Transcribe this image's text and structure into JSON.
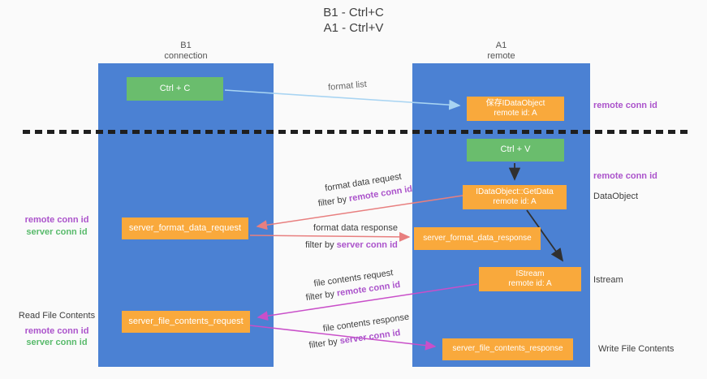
{
  "title": {
    "line1": "B1 - Ctrl+C",
    "line2": "A1 - Ctrl+V"
  },
  "columns": {
    "left": {
      "name": "B1",
      "role": "connection"
    },
    "right": {
      "name": "A1",
      "role": "remote"
    }
  },
  "boxes": {
    "ctrl_c": "Ctrl + C",
    "ctrl_v": "Ctrl + V",
    "save_idataobject": {
      "title": "保存IDataObject",
      "subtitle": "remote id: A"
    },
    "getdata": {
      "title": "IDataObject::GetData",
      "subtitle": "remote id: A"
    },
    "istream": {
      "title": "IStream",
      "subtitle": "remote id: A"
    },
    "server_format_data_request": "server_format_data_request",
    "server_format_data_response": "server_format_data_response",
    "server_file_contents_request": "server_file_contents_request",
    "server_file_contents_response": "server_file_contents_response"
  },
  "edge_labels": {
    "format_list": "format list",
    "format_data_request": "format data request",
    "format_data_response": "format data response",
    "file_contents_request": "file contents request",
    "file_contents_response": "file contents response",
    "filter_by": "filter by ",
    "remote_conn_id": "remote conn id",
    "server_conn_id": "server conn id"
  },
  "annotations": {
    "remote_conn_id": "remote conn id",
    "server_conn_id": "server conn id",
    "dataobject": "DataObject",
    "istream": "Istream",
    "read_file_contents": "Read File Contents",
    "write_file_contents": "Write File Contents"
  },
  "colors": {
    "column-blue": "#4b81d3",
    "box-orange": "#f9a93c",
    "box-green": "#6abd6d",
    "purple-text": "#ab53cb",
    "green-text": "#58ba6b",
    "salmon": "#e87f7f",
    "light-blue": "#a8d4f2",
    "magenta": "#c94fc9",
    "arrow-black": "#303030",
    "dash": "#1f1f1f"
  }
}
